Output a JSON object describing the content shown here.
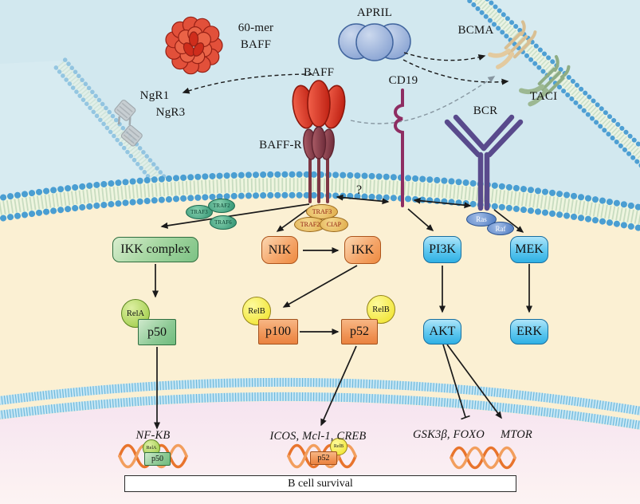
{
  "title": "BAFF / APRIL receptor signaling in B cells",
  "palette": {
    "extracellular_bg": "#d2e8ef",
    "cytoplasm_bg": "#fbf0d3",
    "nucleus_bg": "#f7e8f2",
    "membrane_bead": "#4a9ed2",
    "green_box": "#7cc284",
    "orange_box": "#ee8a3f",
    "blue_box": "#2fb0e4",
    "baff_red": "#d93425",
    "baffr_maroon": "#8a3f4c",
    "bcr_purple": "#594a8c",
    "cd19_magenta": "#8e2d62",
    "dna_orange": "#e8742c"
  },
  "extracellular": {
    "baff60_line1": "60-mer",
    "baff60_line2": "BAFF",
    "april": "APRIL",
    "bcma": "BCMA",
    "taci": "TACI",
    "ngr1": "NgR1",
    "ngr3": "NgR3",
    "baff": "BAFF",
    "baff_r": "BAFF-R",
    "cd19": "CD19",
    "bcr": "BCR"
  },
  "cytoplasm": {
    "question_mark": "?",
    "traf_green": [
      "TRAF3",
      "TRAF2",
      "TRAF6"
    ],
    "traf_gold": [
      "TRAF3",
      "TRAF2",
      "CIAP"
    ],
    "ras": "Ras",
    "raf": "Raf",
    "boxes": {
      "ikk_complex": "IKK complex",
      "nik": "NIK",
      "ikk": "IKK",
      "pi3k": "PI3K",
      "mek": "MEK",
      "p50": "p50",
      "p100": "p100",
      "p52": "p52",
      "akt": "AKT",
      "erk": "ERK"
    },
    "rela": "RelA",
    "relb": "RelB"
  },
  "nucleus": {
    "nfkb": "NF-KB",
    "icos_mcl1_creb": "ICOS, Mcl-1, CREB",
    "gsk3b_foxo": "GSK3β, FOXO",
    "mtor": "MTOR",
    "tag_rela": "RelA",
    "tag_p50": "p50",
    "tag_relb": "RelB",
    "tag_p52": "p52",
    "survival": "B cell survival"
  }
}
